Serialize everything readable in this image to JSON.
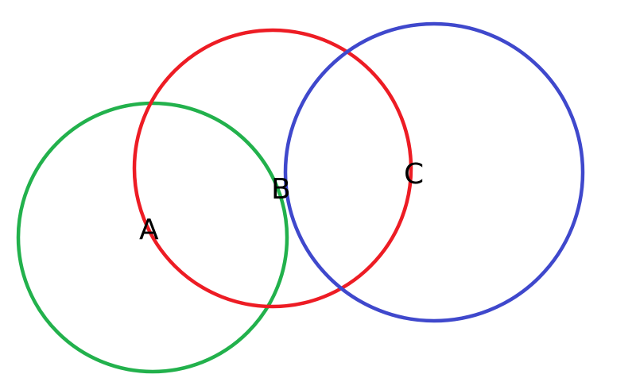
{
  "diagram": {
    "circles": [
      {
        "name": "green-circle",
        "color": "#22b14c"
      },
      {
        "name": "red-circle",
        "color": "#ed1c24"
      },
      {
        "name": "blue-circle",
        "color": "#3f48cc"
      }
    ],
    "labels": {
      "a": "A",
      "b": "B",
      "c": "C"
    }
  }
}
